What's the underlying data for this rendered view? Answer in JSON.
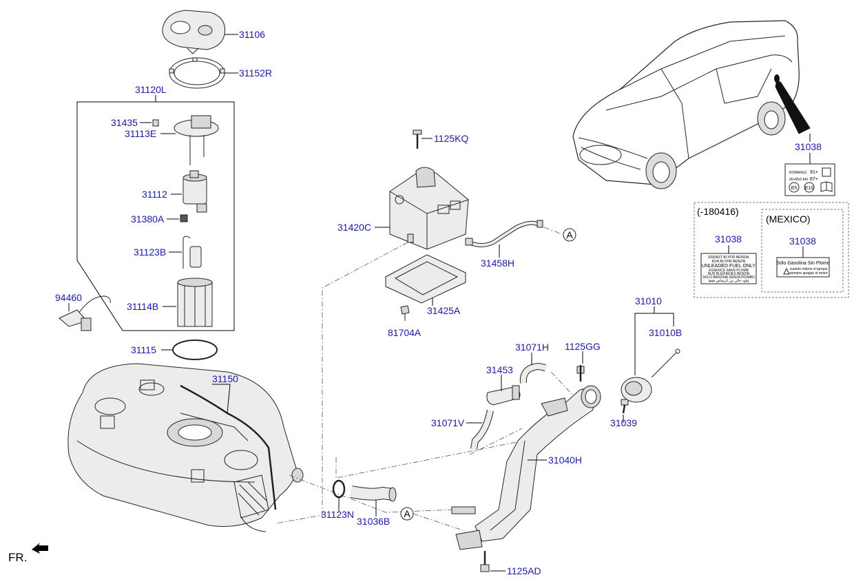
{
  "labels": {
    "l31106": "31106",
    "l31152R": "31152R",
    "l31120L": "31120L",
    "l31435": "31435",
    "l31113E": "31113E",
    "l31112": "31112",
    "l31380A": "31380A",
    "l31123B": "31123B",
    "l31114B": "31114B",
    "l94460": "94460",
    "l31115": "31115",
    "l31150": "31150",
    "l1125KQ": "1125KQ",
    "l31420C": "31420C",
    "l31458H": "31458H",
    "l31425A": "31425A",
    "l81704A": "81704A",
    "l31071H": "31071H",
    "l1125GG": "1125GG",
    "l31453": "31453",
    "l31071V": "31071V",
    "l31040H": "31040H",
    "l31039": "31039",
    "l31010": "31010",
    "l31010B": "31010B",
    "l31123N": "31123N",
    "l31036B": "31036B",
    "l1125AD": "1125AD",
    "l31038_car": "31038",
    "l31038_a": "31038",
    "l31038_b": "31038",
    "refA_top": "A",
    "refA_bottom": "A",
    "front": "FR."
  },
  "variants": {
    "box_a_title": "(-180416)",
    "box_b_title": "(MEXICO)"
  },
  "decals": {
    "main": {
      "r1_left": "ROMANGZ",
      "r1_value": "91+",
      "r2_left": "(R+M)/2 AKI",
      "r2_value": "87+",
      "e5": "E5",
      "e10": "E10"
    },
    "a": {
      "line1": "ENDAST BLYFRI BENSIN",
      "line2": "KUN BLYFRI BENZIN",
      "line3": "UNLEADED FUEL ONLY",
      "line4": "ESSENCE SANS PLOMB",
      "line5": "NUR BLEIFREIES BENZIN",
      "line6": "SOLO BENZINA SENZA PIOMBO",
      "line7": "وقود خالي من الرصاص فقط"
    },
    "b": {
      "line1": "Sólo Gasolina Sin Plomo",
      "line2": "cuando rellene el tanque",
      "line3": "siempre apague el motor"
    }
  }
}
